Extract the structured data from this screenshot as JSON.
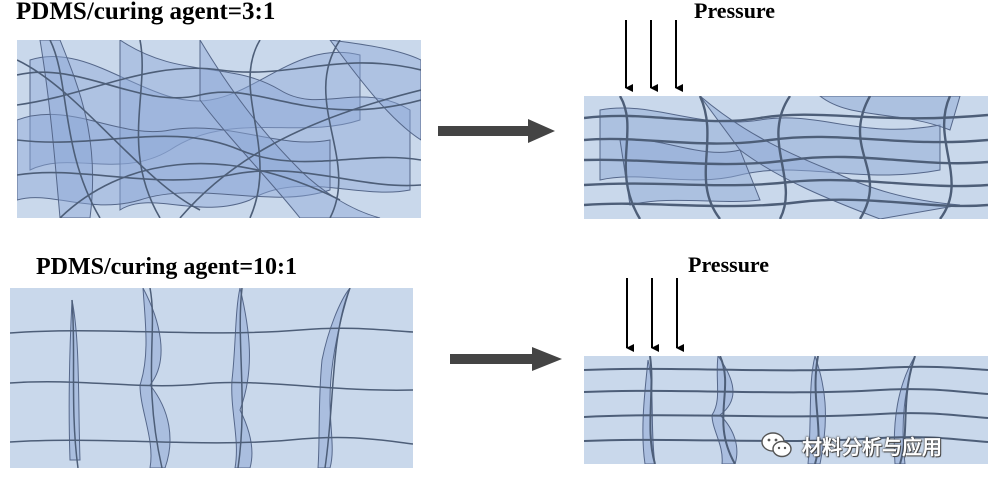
{
  "top": {
    "label": "PDMS/curing agent=3:1",
    "pressure": "Pressure"
  },
  "bottom": {
    "label": "PDMS/curing agent=10:1",
    "pressure": "Pressure"
  },
  "watermark": {
    "text": "材料分析与应用"
  },
  "colors": {
    "panel_fill": "#c9d8eb",
    "sheet_fill": "#8fa9d6",
    "fiber": "#4d5e78",
    "arrow": "#444444"
  }
}
